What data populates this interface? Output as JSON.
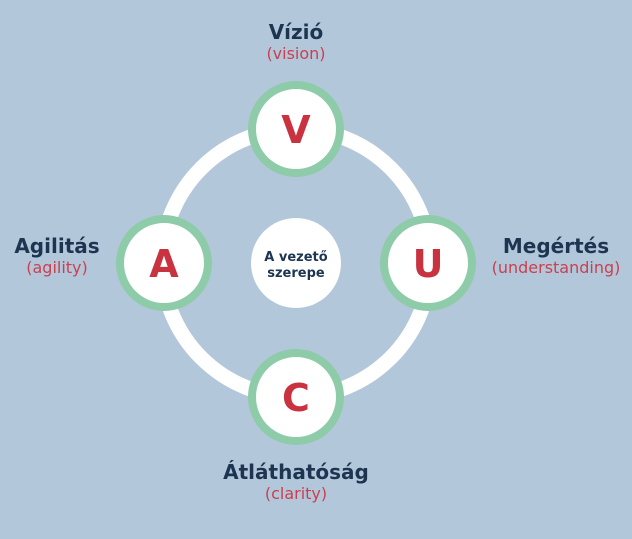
{
  "center": {
    "line1": "A vezető",
    "line2": "szerepe"
  },
  "nodes": [
    {
      "letter": "V",
      "title": "Vízió",
      "subtitle": "(vision)"
    },
    {
      "letter": "U",
      "title": "Megértés",
      "subtitle": "(understanding)"
    },
    {
      "letter": "C",
      "title": "Átláthatóság",
      "subtitle": "(clarity)"
    },
    {
      "letter": "A",
      "title": "Agilitás",
      "subtitle": "(agility)"
    }
  ],
  "colors": {
    "background": "#b3c7da",
    "ring": "#ffffff",
    "node_border": "#8ecba9",
    "node_fill": "#ffffff",
    "letter": "#c9333f",
    "title": "#1d3550",
    "subtitle": "#c94050",
    "center_text": "#1d3550"
  }
}
